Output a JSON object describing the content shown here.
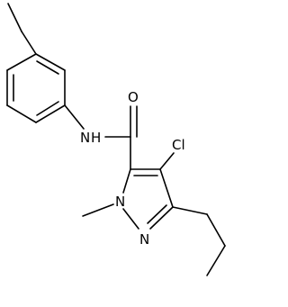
{
  "atoms": {
    "n_amide": "N",
    "h_amide": "H",
    "o_carbonyl": "O",
    "cl": "Cl",
    "n1": "N",
    "n2": "N"
  },
  "colors": {
    "bond": "#000000",
    "text": "#000000",
    "background": "#ffffff"
  }
}
